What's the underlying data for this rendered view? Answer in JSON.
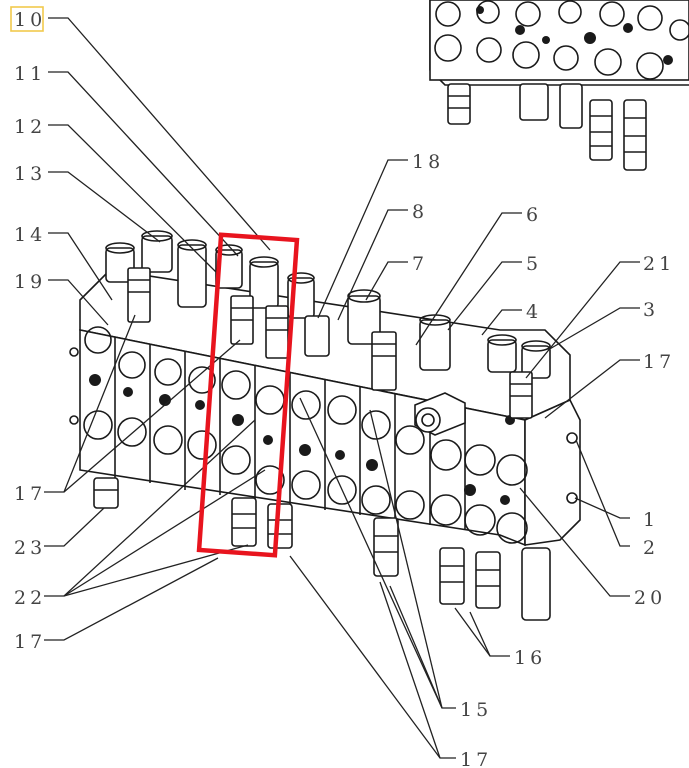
{
  "diagram": {
    "colors": {
      "ink": "#1a1a1a",
      "highlight": "#e8141e",
      "selected_label_box": "#f2c94c"
    },
    "selected_callout": "10",
    "callouts": {
      "c10": "10",
      "c11": "11",
      "c12": "12",
      "c13": "13",
      "c14": "14",
      "c19": "19",
      "c17a": "17",
      "c23": "23",
      "c22": "22",
      "c17b": "17",
      "c18": "18",
      "c8": "8",
      "c6": "6",
      "c7": "7",
      "c5": "5",
      "c4": "4",
      "c21": "21",
      "c3": "3",
      "c17c": "17",
      "c1": "1",
      "c2": "2",
      "c20": "20",
      "c16": "16",
      "c15": "15",
      "c17d": "17"
    }
  }
}
